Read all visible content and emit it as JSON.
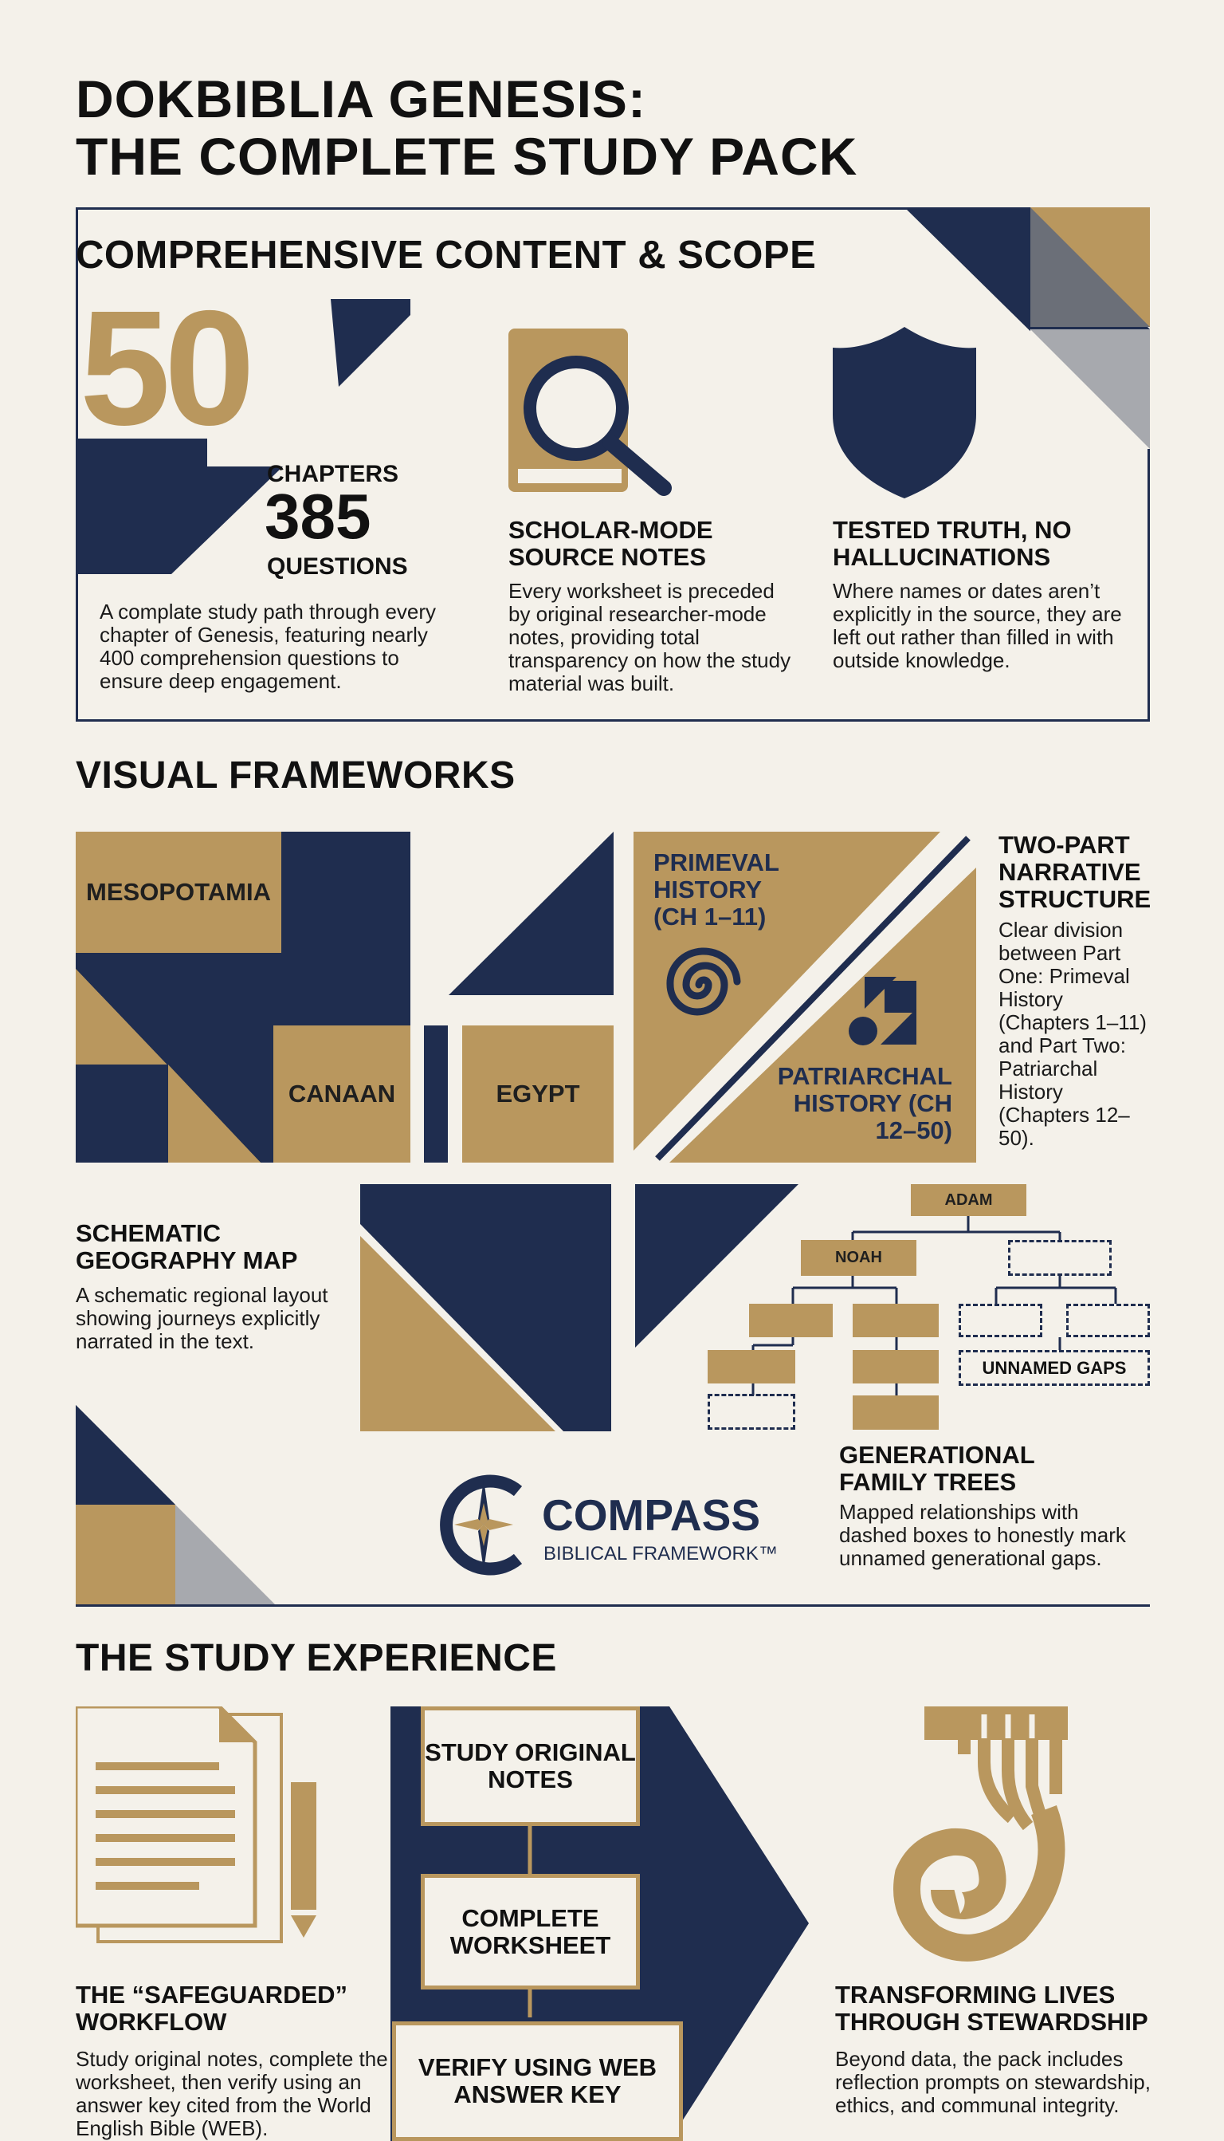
{
  "title": {
    "line1": "DOKBIBLIA GENESIS:",
    "line2": "THE COMPLETE STUDY PACK"
  },
  "colors": {
    "navy": "#1f2d4f",
    "gold": "#b9975e",
    "cream": "#f4f1ea",
    "gray": "#a7a9ae"
  },
  "scope": {
    "heading": "COMPREHENSIVE CONTENT & SCOPE",
    "big_number": "50",
    "chapters_label": "CHAPTERS",
    "questions_number": "385",
    "questions_label": "QUESTIONS",
    "stats_text": "A complate study path through every chapter of Genesis, featuring nearly 400 comprehension questions to ensure deep engagement.",
    "scholar_title": "SCHOLAR-MODE SOURCE NOTES",
    "scholar_text": "Every worksheet is preceded by original researcher-mode notes, providing total transparency on how the study material was built.",
    "truth_title": "TESTED TRUTH, NO HALLUCINATIONS",
    "truth_text": "Where names or dates aren’t explicitly in the source, they are left out rather than filled in with outside knowledge.",
    "icons": [
      "book-magnifier-icon",
      "shield-icon"
    ]
  },
  "visual": {
    "heading": "VISUAL FRAMEWORKS",
    "map_labels": {
      "mesopotamia": "MESOPOTAMIA",
      "canaan": "CANAAN",
      "egypt": "EGYPT"
    },
    "primeval": "PRIMEVAL HISTORY (CH 1–11)",
    "patriarchal": "PATRIARCHAL HISTORY (CH 12–50)",
    "two_part_title": "TWO-PART NARRATIVE STRUCTURE",
    "two_part_text": "Clear division between Part One: Primeval History (Chapters 1–11) and Part Two: Patriarchal History (Chapters 12–50).",
    "geo_title": "SCHEMATIC GEOGRAPHY MAP",
    "geo_text": "A schematic regional layout showing journeys explicitly narrated in the text.",
    "tree": {
      "adam": "ADAM",
      "noah": "NOAH",
      "gaps": "UNNAMED GAPS"
    },
    "family_title": "GENERATIONAL FAMILY TREES",
    "family_text": "Mapped relationships with dashed boxes to honestly mark unnamed generational gaps.",
    "compass_name": "COMPASS",
    "compass_sub": "BIBLICAL FRAMEWORK™",
    "icons": [
      "spiral-icon",
      "shapes-icon",
      "compass-logo-icon"
    ]
  },
  "experience": {
    "heading": "THE STUDY EXPERIENCE",
    "workflow_title": "THE “SAFEGUARDED” WORKFLOW",
    "workflow_text": "Study original notes, complete the worksheet, then verify using an answer key cited from the World English Bible (WEB).",
    "steps": [
      "STUDY ORIGINAL NOTES",
      "COMPLETE WORKSHEET",
      "VERIFY USING WEB ANSWER KEY"
    ],
    "transform_title": "TRANSFORMING LIVES THROUGH STEWARDSHIP",
    "transform_text": "Beyond data, the pack includes reflection prompts on stewardship, ethics, and communal integrity.",
    "icons": [
      "document-pencil-icon",
      "menorah-seed-icon"
    ]
  }
}
